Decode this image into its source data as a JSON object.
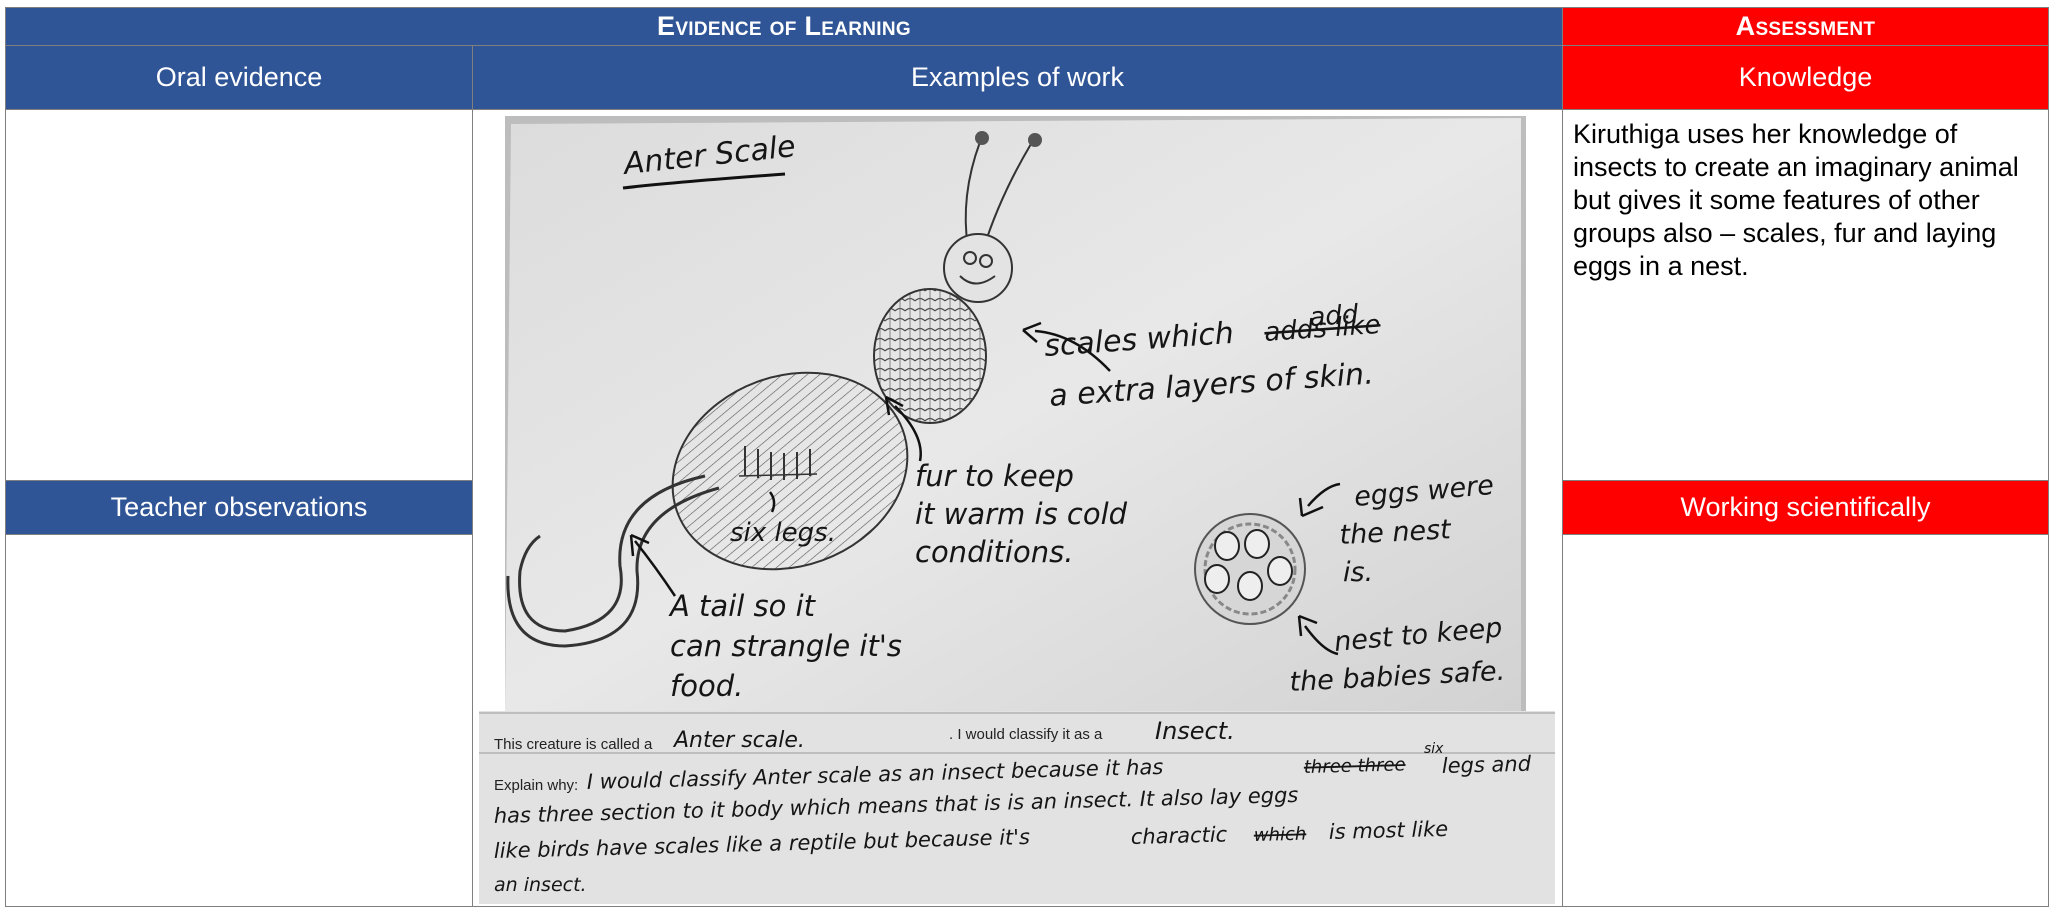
{
  "header": {
    "evidence_title": "Evidence of Learning",
    "assessment_title": "Assessment"
  },
  "subheaders": {
    "oral": "Oral evidence",
    "examples": "Examples of work",
    "knowledge": "Knowledge",
    "teacher": "Teacher observations",
    "working": "Working scientifically"
  },
  "knowledge_text": "Kiruthiga uses her knowledge of insects to create an imaginary animal but gives it some features of other groups also – scales, fur and laying eggs in a nest.",
  "drawing": {
    "title": "Anter Scale",
    "scales_caret": "add",
    "scales_line1": "scales which",
    "scales_struck": "adds like",
    "scales_line2": "a extra layers of skin.",
    "fur_line1": "fur to keep",
    "fur_line2": "it warm is cold",
    "fur_line3": "conditions.",
    "legs": "six legs.",
    "eggs_line1": "eggs were",
    "eggs_line2": "the nest",
    "eggs_line3": "is.",
    "nest_line1": "nest to keep",
    "nest_line2": "the babies safe.",
    "tail_line1": "A tail so it",
    "tail_line2": "can strangle it's",
    "tail_line3": "food."
  },
  "worksheet": {
    "called_label": "This creature is called a",
    "called_value": "Anter scale.",
    "classify_label": ". I would classify it as a",
    "classify_value": "Insect.",
    "explain_label": "Explain why:",
    "line1": "I would classify Anter scale as an insect because it has",
    "line1_struck": "three three",
    "line1_caret": "six",
    "line1_end": "legs and",
    "line2": "has three section to it body which means that is is an insect. It also lay eggs",
    "line3": "like birds have scales like a reptile but because it's",
    "line3_mid": "charactic",
    "line3_struck": "which",
    "line3_end": "is most like",
    "line4": "an insect."
  }
}
